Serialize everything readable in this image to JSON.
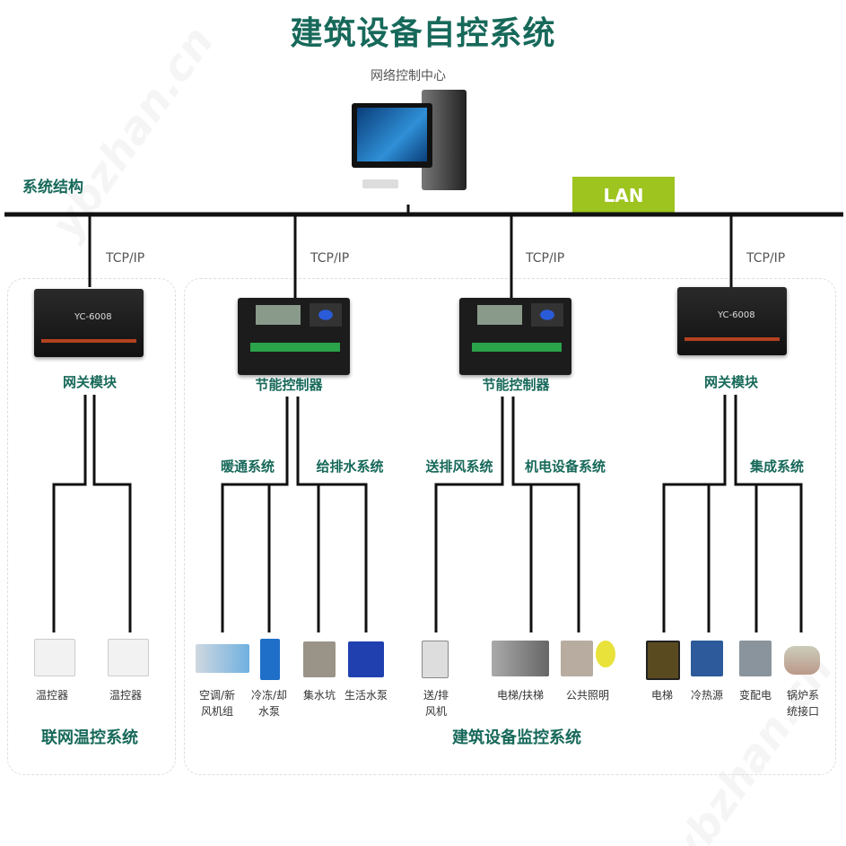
{
  "title": "建筑设备自控系统",
  "control_center": "网络控制中心",
  "structure_label": "系统结构",
  "lan_label": "LAN",
  "watermark": "ybzhan.cn",
  "tcpip": [
    "TCP/IP",
    "TCP/IP",
    "TCP/IP",
    "TCP/IP"
  ],
  "devices": [
    {
      "label": "网关模块",
      "model": "YC-6008"
    },
    {
      "label": "节能控制器"
    },
    {
      "label": "节能控制器"
    },
    {
      "label": "网关模块",
      "model": "YC-6008"
    }
  ],
  "subsystems": [
    "暖通系统",
    "给排水系统",
    "送排风系统",
    "机电设备系统",
    "集成系统"
  ],
  "endpoints": [
    {
      "label": "温控器"
    },
    {
      "label": "温控器"
    },
    {
      "label": "空调/新\n风机组"
    },
    {
      "label": "冷冻/却\n水泵"
    },
    {
      "label": "集水坑"
    },
    {
      "label": "生活水泵"
    },
    {
      "label": "送/排\n风机"
    },
    {
      "label": "电梯/扶梯"
    },
    {
      "label": "公共照明"
    },
    {
      "label": "电梯"
    },
    {
      "label": "冷热源"
    },
    {
      "label": "变配电"
    },
    {
      "label": "锅炉系\n统接口"
    }
  ],
  "groups": [
    "联网温控系统",
    "建筑设备监控系统"
  ],
  "colors": {
    "title": "#17695a",
    "lan": "#9dc41f",
    "line": "#111111"
  }
}
